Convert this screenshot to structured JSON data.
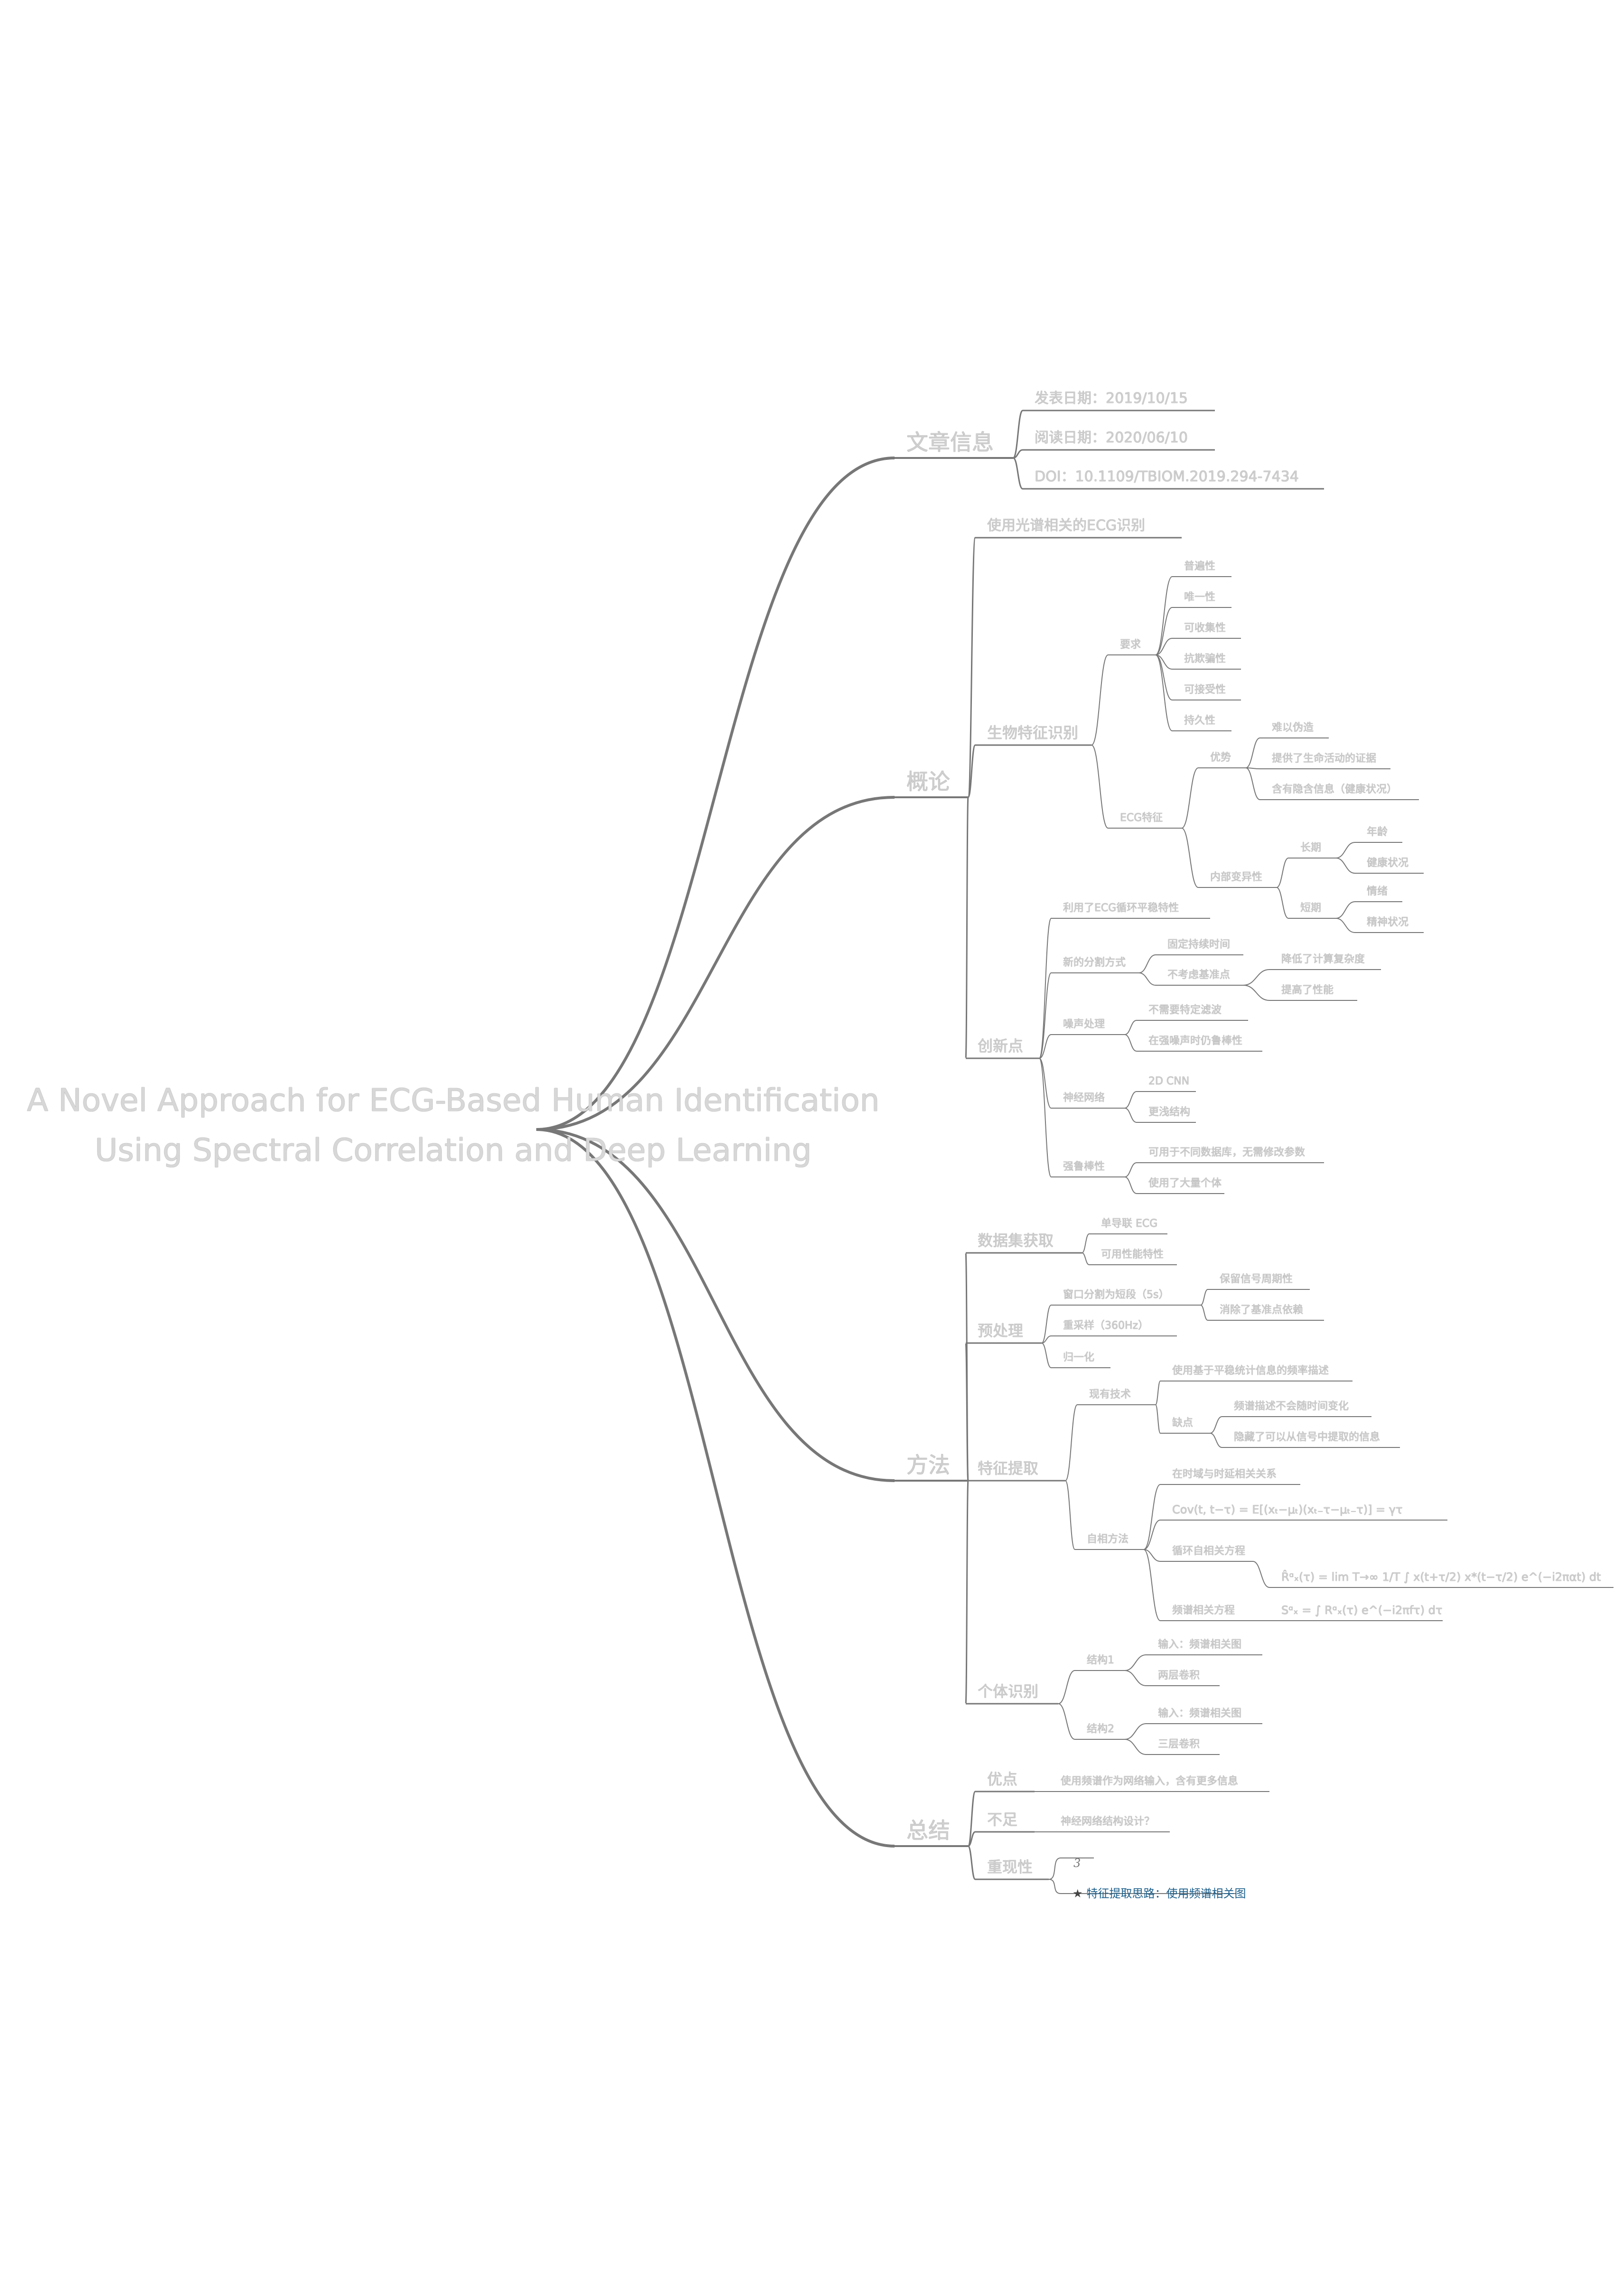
{
  "root": {
    "title_line1": "A Novel Approach for ECG-Based Human Identification",
    "title_line2": "Using Spectral Correlation and Deep Learning"
  },
  "branches": {
    "article_info": {
      "label": "文章信息",
      "publish_date": "发表日期：2019/10/15",
      "read_date": "阅读日期：2020/06/10",
      "doi": "DOI：10.1109/TBIOM.2019.294-7434"
    },
    "overview": {
      "label": "概论",
      "ecg_spectral": "使用光谱相关的ECG识别",
      "biometric": {
        "label": "生物特征识别",
        "requirements": {
          "label": "要求",
          "items": [
            "普遍性",
            "唯一性",
            "可收集性",
            "抗欺骗性",
            "可接受性",
            "持久性"
          ]
        },
        "ecg_feature": {
          "label": "ECG特征",
          "advantages": {
            "label": "优势",
            "items": [
              "难以伪造",
              "提供了生命活动的证据",
              "含有隐含信息（健康状况）"
            ]
          },
          "variability": {
            "label": "内部变异性",
            "long_term": {
              "label": "长期",
              "items": [
                "年龄",
                "健康状况"
              ]
            },
            "short_term": {
              "label": "短期",
              "items": [
                "情绪",
                "精神状况"
              ]
            }
          }
        }
      },
      "innovation": {
        "label": "创新点",
        "cyclo": "利用了ECG循环平稳特性",
        "segmentation": {
          "label": "新的分割方式",
          "fixed": "固定持续时间",
          "no_ref": "不考虑基准点",
          "effects": [
            "降低了计算复杂度",
            "提高了性能"
          ]
        },
        "noise": {
          "label": "噪声处理",
          "items": [
            "不需要特定滤波",
            "在强噪声时仍鲁棒性"
          ]
        },
        "network": {
          "label": "神经网络",
          "items": [
            "2D CNN",
            "更浅结构"
          ]
        },
        "robust": {
          "label": "强鲁棒性",
          "items": [
            "可用于不同数据库，无需修改参数",
            "使用了大量个体"
          ]
        }
      }
    },
    "method": {
      "label": "方法",
      "dataset": {
        "label": "数据集获取",
        "items": [
          "单导联 ECG",
          "可用性能特性"
        ]
      },
      "preprocess": {
        "label": "预处理",
        "segment": "窗口分割为短段（5s）",
        "segment_effects": [
          "保留信号周期性",
          "消除了基准点依赖"
        ],
        "resample": "重采样（360Hz）",
        "normalize": "归一化"
      },
      "feature": {
        "label": "特征提取",
        "existing": {
          "label": "现有技术",
          "stationary": "使用基于平稳统计信息的频率描述",
          "drawbacks": {
            "label": "缺点",
            "items": [
              "频谱描述不会随时间变化",
              "隐藏了可以从信号中提取的信息"
            ]
          }
        },
        "our_method": {
          "label": "自相方法",
          "corr_desc": "在时域与时延相关关系",
          "cov_formula": "Cov(t, t−τ) = E[(xₜ−μₜ)(xₜ₋τ−μₜ₋τ)] = γτ",
          "cyclic_label": "循环自相关方程",
          "cyclic_formula": "R̂ᵅₓ(τ) = lim T→∞ 1/T ∫ x(t+τ/2) x*(t−τ/2) e^(−i2παt) dt",
          "spectral_label": "频谱相关方程",
          "spectral_formula": "Sᵅₓ = ∫ Rᵅₓ(τ) e^(−i2πfτ) dτ"
        }
      },
      "identification": {
        "label": "个体识别",
        "arch1": {
          "label": "结构1",
          "items": [
            "输入：频谱相关图",
            "两层卷积"
          ]
        },
        "arch2": {
          "label": "结构2",
          "items": [
            "输入：频谱相关图",
            "三层卷积"
          ]
        }
      }
    },
    "summary": {
      "label": "总结",
      "pros": {
        "label": "优点",
        "text": "使用频谱作为网络输入，含有更多信息"
      },
      "cons": {
        "label": "不足",
        "text": "神经网络结构设计？"
      },
      "reproducibility": {
        "label": "重现性",
        "score": "3",
        "highlight": "特征提取思路：使用频谱相关图"
      }
    }
  }
}
